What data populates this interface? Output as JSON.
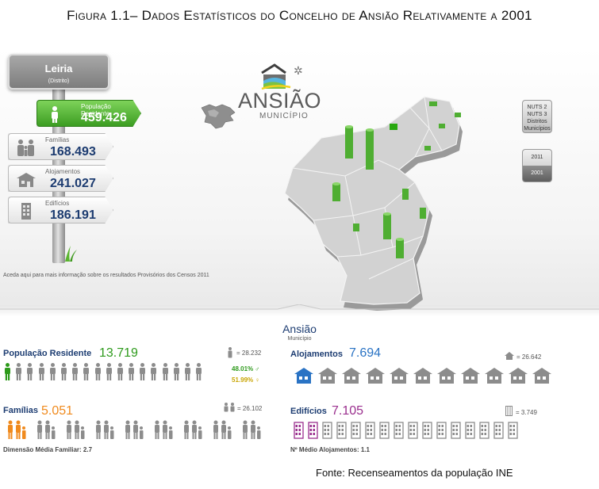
{
  "figure_title": "Figura 1.1– Dados Estatísticos do Concelho de Ansião Relativamente a 2001",
  "region": {
    "name": "Leiria",
    "type": "(Distrito)"
  },
  "signs": [
    {
      "label": "População Residente",
      "value": "459.426",
      "icon": "person-icon",
      "highlight": true
    },
    {
      "label": "Famílias",
      "value": "168.493",
      "icon": "family-icon",
      "highlight": false
    },
    {
      "label": "Alojamentos",
      "value": "241.027",
      "icon": "house-icon",
      "highlight": false
    },
    {
      "label": "Edifícios",
      "value": "186.191",
      "icon": "building-icon",
      "highlight": false
    }
  ],
  "census_link": "Aceda aqui para mais informação sobre os resultados Provisórios dos Censos 2011",
  "logo": {
    "brand": "ANSIÃO",
    "sub": "MUNICÍPIO"
  },
  "nuts_button": [
    "NUTS 2",
    "NUTS 3",
    "Distritos",
    "Municípios"
  ],
  "year_buttons": [
    "2011",
    "2001"
  ],
  "municipality": {
    "name": "Ansião",
    "type": "Município"
  },
  "population": {
    "title": "População Residente",
    "value": "13.719",
    "ref": "= 28.232",
    "male_pct": "48.01%",
    "female_pct": "51.99%",
    "icons": 18
  },
  "households": {
    "title": "Alojamentos",
    "value": "7.694",
    "ref": "= 26.642",
    "icons": 11
  },
  "families": {
    "title": "Famílias",
    "value": "5.051",
    "ref": "= 26.102",
    "icons": 9,
    "note": "Dimensão Média Familiar: 2.7"
  },
  "buildings": {
    "title": "Edifícios",
    "value": "7.105",
    "ref": "= 3.749",
    "icons": 16,
    "note": "Nº Médio Alojamentos: 1.1"
  },
  "source": "Fonte: Recenseamentos da população INE",
  "colors": {
    "dark_blue": "#1d3d72",
    "green": "#2d9a1b",
    "light_blue": "#2a73c4",
    "orange": "#f08a1d",
    "purple": "#9a2f8e",
    "icon_grey": "#8c8c8c"
  }
}
